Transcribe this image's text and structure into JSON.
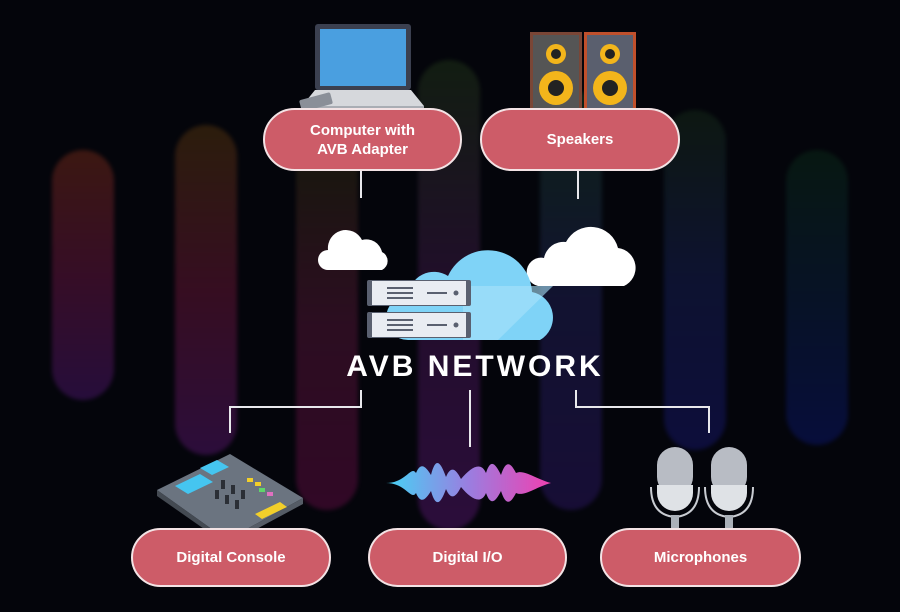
{
  "diagram": {
    "title": "AVB NETWORK",
    "nodes": [
      {
        "id": "computer",
        "label_line1": "Computer with",
        "label_line2": "AVB Adapter",
        "icon": "laptop-icon"
      },
      {
        "id": "speakers",
        "label": "Speakers",
        "icon": "speakers-icon"
      },
      {
        "id": "console",
        "label": "Digital Console",
        "icon": "mixing-console-icon"
      },
      {
        "id": "io",
        "label": "Digital I/O",
        "icon": "sound-wave-icon"
      },
      {
        "id": "mics",
        "label": "Microphones",
        "icon": "microphone-icon"
      }
    ],
    "colors": {
      "pill": "#cd5c68",
      "background": "#04050b",
      "cloud": "#7fd3f7"
    }
  }
}
